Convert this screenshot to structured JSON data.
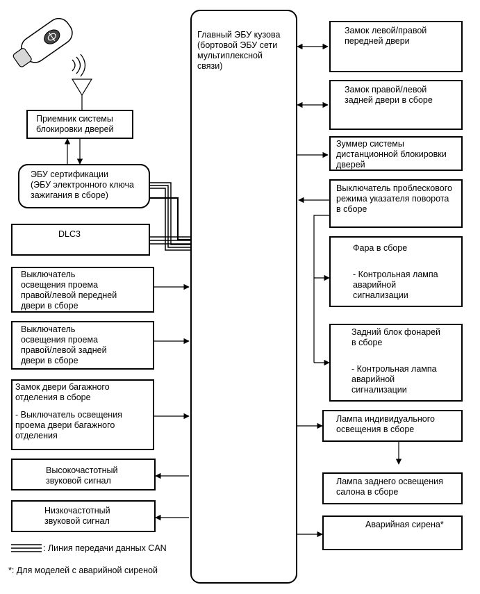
{
  "main_ecu": {
    "label": "Главный ЭБУ кузова\n(бортовой ЭБУ сети\nмультиплексной\nсвязи)"
  },
  "left": {
    "receiver": "Приемник системы\nблокировки дверей",
    "cert_ecu": "ЭБУ сертификации\n(ЭБУ электронного ключа\nзажигания в сборе)",
    "dlc3": "DLC3",
    "front_door_switch": "Выключатель\nосвещения проема\nправой/левой передней\nдвери в сборе",
    "rear_door_switch": "Выключатель\nосвещения проема\nправой/левой задней\nдвери в сборе",
    "trunk_lock": "Замок двери багажного\nотделения в сборе",
    "trunk_switch": "- Выключатель освещения\nпроема двери багажного\nотделения",
    "horn_high": "Высокочастотный\nзвуковой сигнал",
    "horn_low": "Низкочастотный\nзвуковой сигнал"
  },
  "right": {
    "front_door_lock": "Замок левой/правой\nпередней двери",
    "rear_door_lock": "Замок правой/левой\nзадней двери в сборе",
    "buzzer": "Зуммер системы\nдистанционной блокировки\nдверей",
    "hazard_switch": "Выключатель проблескового\nрежима указателя поворота\nв сборе",
    "headlamp": "Фара в сборе",
    "headlamp_sub": "- Контрольная лампа\nаварийной\nсигнализации",
    "rear_lamp": "Задний блок фонарей\nв сборе",
    "rear_lamp_sub": "- Контрольная лампа\nаварийной\nсигнализации",
    "personal_lamp": "Лампа индивидуального\nосвещения в сборе",
    "interior_lamp": "Лампа заднего освещения\nсалона в сборе",
    "siren": "Аварийная сирена*"
  },
  "legend": {
    "can_line": ": Линия передачи данных CAN"
  },
  "footnote": "*: Для моделей с аварийной сиреной"
}
